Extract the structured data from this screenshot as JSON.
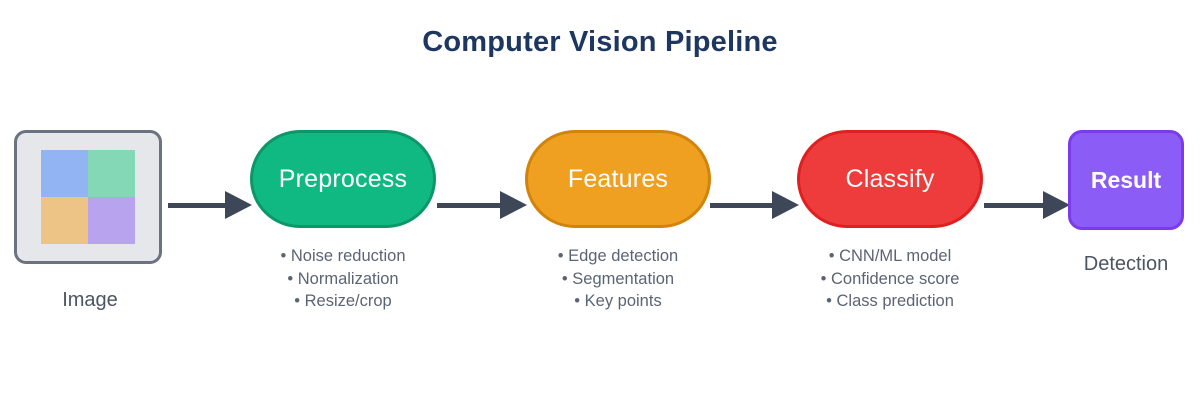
{
  "title": "Computer Vision Pipeline",
  "colors": {
    "title": "#1e3760",
    "arrow": "#3d4758",
    "label_text": "#4b5563",
    "bullet_text": "#5b6475",
    "thumb_frame_fill": "#e5e7eb",
    "thumb_frame_border": "#6b7280"
  },
  "input_node": {
    "name": "image-thumbnail",
    "label": "Image",
    "grid_cells": [
      {
        "name": "thumb-cell-blue",
        "color": "#93b4f2"
      },
      {
        "name": "thumb-cell-green",
        "color": "#84d8b6"
      },
      {
        "name": "thumb-cell-orange",
        "color": "#edc485"
      },
      {
        "name": "thumb-cell-purple",
        "color": "#b8a3ef"
      }
    ]
  },
  "stages": [
    {
      "id": "preprocess",
      "label": "Preprocess",
      "fill": "#10b981",
      "border": "#0d9668",
      "bullets": [
        "• Noise reduction",
        "• Normalization",
        "• Resize/crop"
      ]
    },
    {
      "id": "features",
      "label": "Features",
      "fill": "#f0a020",
      "border": "#d2830a",
      "bullets": [
        "• Edge detection",
        "• Segmentation",
        "• Key points"
      ]
    },
    {
      "id": "classify",
      "label": "Classify",
      "fill": "#ee3b3b",
      "border": "#e02020",
      "bullets": [
        "• CNN/ML model",
        "• Confidence score",
        "• Class prediction"
      ]
    }
  ],
  "output_node": {
    "id": "result",
    "label": "Result",
    "caption": "Detection",
    "fill": "#8b5cf6",
    "border": "#7c3aed"
  },
  "arrows": [
    {
      "name": "arrow-image-to-preprocess"
    },
    {
      "name": "arrow-preprocess-to-features"
    },
    {
      "name": "arrow-features-to-classify"
    },
    {
      "name": "arrow-classify-to-result"
    }
  ]
}
